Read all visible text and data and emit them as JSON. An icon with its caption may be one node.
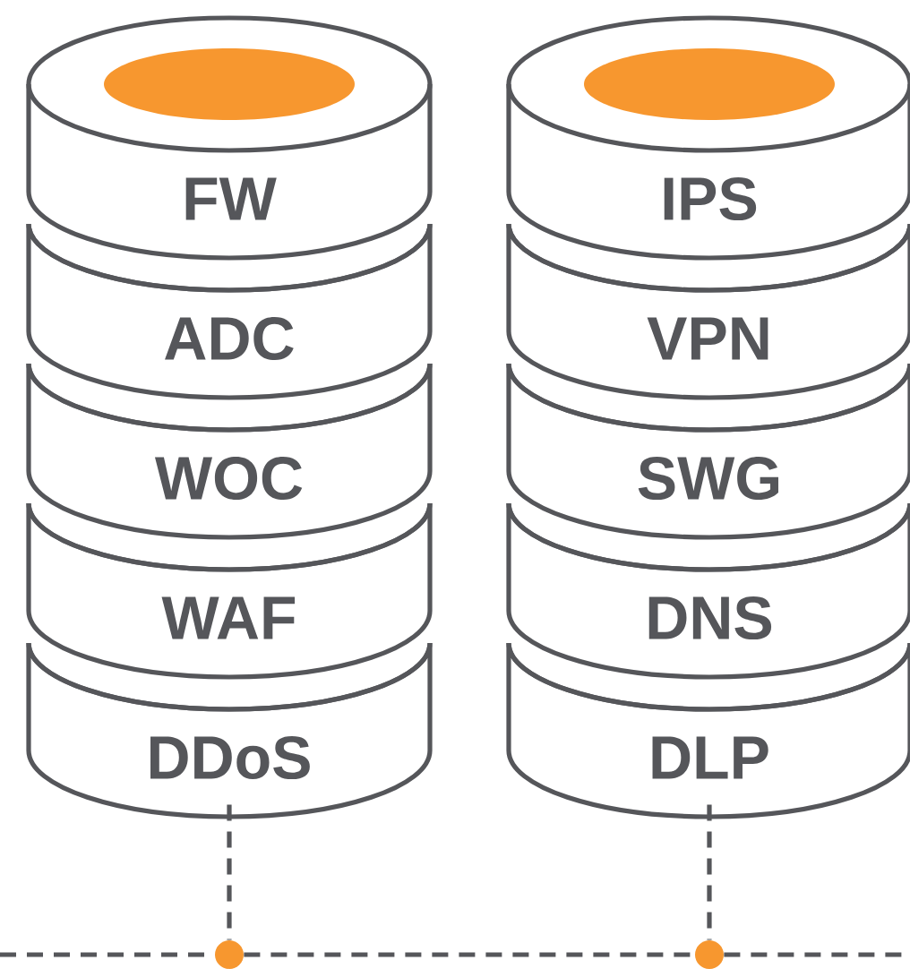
{
  "diagram": {
    "nodes": [
      {
        "text": [
          "FW"
        ]
      },
      {
        "text": [
          "ADC"
        ]
      },
      {
        "text": [
          "WOC"
        ]
      },
      {
        "text": [
          "WAF"
        ]
      },
      {
        "text": [
          "DDoS"
        ]
      },
      {
        "text": [
          "IPS"
        ]
      },
      {
        "text": [
          "VPN"
        ]
      },
      {
        "text": [
          "SWG"
        ]
      },
      {
        "text": [
          "DNS"
        ]
      },
      {
        "text": [
          "DLP"
        ]
      },
      {
        "text": [],
        "shape": "circle"
      },
      {
        "text": [],
        "shape": "circle"
      }
    ],
    "edges": [
      {
        "from": 4,
        "to": 10,
        "arrow": "none",
        "style": "dashed"
      },
      {
        "from": 9,
        "to": 11,
        "arrow": "none",
        "style": "dashed"
      },
      {
        "from": null,
        "to": 10,
        "arrow": "none",
        "style": "dashed"
      },
      {
        "from": 10,
        "to": 11,
        "arrow": "none",
        "style": "dashed"
      },
      {
        "from": 11,
        "to": null,
        "arrow": "none",
        "style": "dashed"
      }
    ]
  }
}
